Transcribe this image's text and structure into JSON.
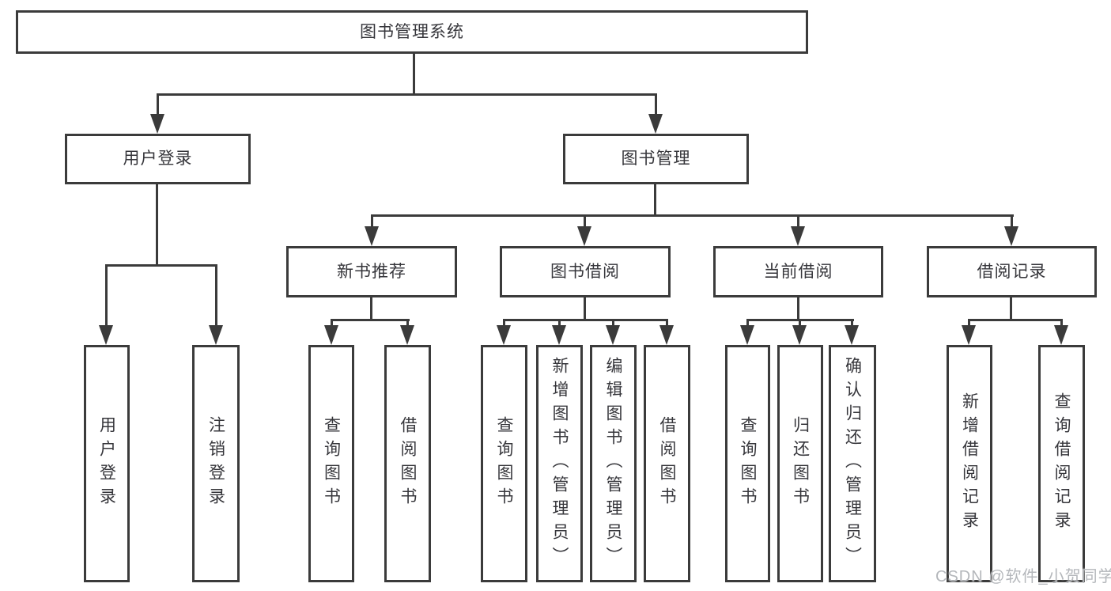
{
  "diagram": {
    "title_node": "图书管理系统",
    "level1": [
      "用户登录",
      "图书管理"
    ],
    "level2": [
      "新书推荐",
      "图书借阅",
      "当前借阅",
      "借阅记录"
    ],
    "login_children": [
      "用户登录",
      "注销登录"
    ],
    "newbook_children": [
      "查询图书",
      "借阅图书"
    ],
    "borrow_children": [
      "查询图书",
      "新增图书（管理员）",
      "编辑图书（管理员）",
      "借阅图书"
    ],
    "current_children": [
      "查询图书",
      "归还图书",
      "确认归还（管理员）"
    ],
    "records_children": [
      "新增借阅记录",
      "查询借阅记录"
    ]
  },
  "watermark": "CSDN @软件_小贺同学",
  "colors": {
    "line": "#3b3b3b",
    "text": "#36363b",
    "watermark": "#b4b7bb",
    "background": "#ffffff"
  }
}
